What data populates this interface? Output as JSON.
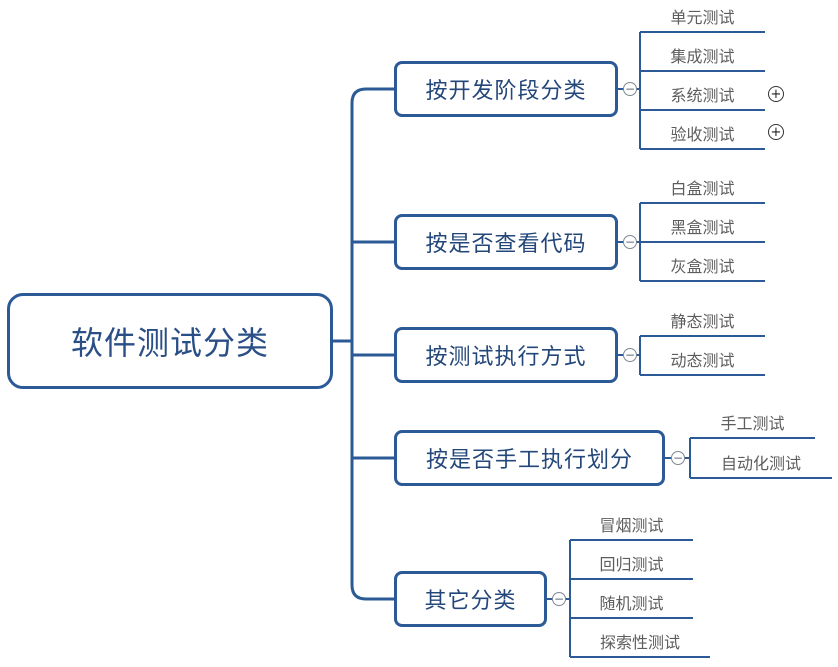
{
  "root": {
    "label": "软件测试分类"
  },
  "categories": [
    {
      "label": "按开发阶段分类",
      "children": [
        "单元测试",
        "集成测试",
        "系统测试",
        "验收测试"
      ]
    },
    {
      "label": "按是否查看代码",
      "children": [
        "白盒测试",
        "黑盒测试",
        "灰盒测试"
      ]
    },
    {
      "label": "按测试执行方式",
      "children": [
        "静态测试",
        "动态测试"
      ]
    },
    {
      "label": "按是否手工执行划分",
      "children": [
        "手工测试",
        "自动化测试"
      ]
    },
    {
      "label": "其它分类",
      "children": [
        "冒烟测试",
        "回归测试",
        "随机测试",
        "探索性测试"
      ]
    }
  ],
  "glyphs": {
    "collapse": "−",
    "expand": "+"
  },
  "colors": {
    "line": "#2b5a97",
    "box_border": "#2b5a97",
    "leaf_text": "#5d5d5d"
  }
}
